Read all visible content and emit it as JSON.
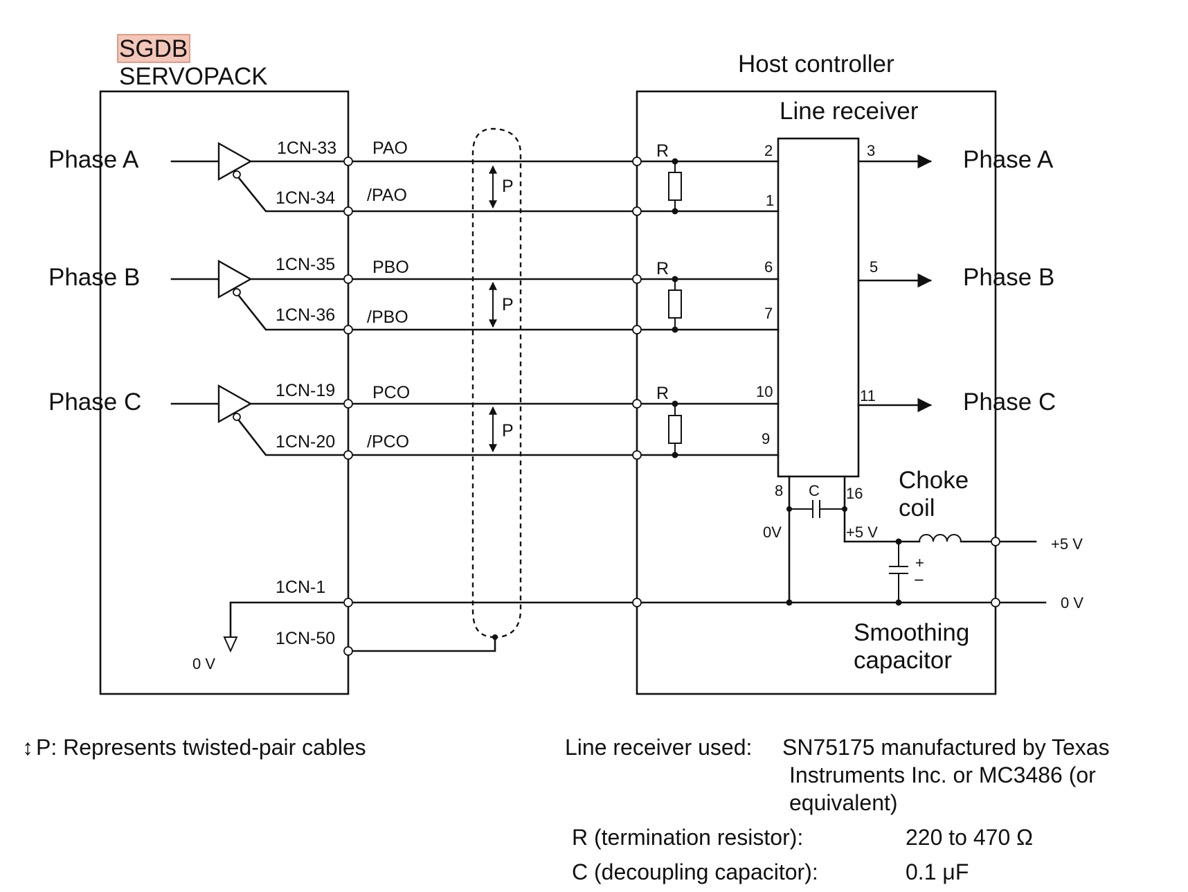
{
  "servopack": {
    "title_highlight": "SGDB",
    "title": "SERVOPACK"
  },
  "host": {
    "title": "Host controller",
    "receiver_label": "Line receiver"
  },
  "phases_in": [
    "Phase A",
    "Phase B",
    "Phase C"
  ],
  "phases_out": [
    "Phase A",
    "Phase B",
    "Phase C"
  ],
  "connector_pins": [
    "1CN-33",
    "1CN-34",
    "1CN-35",
    "1CN-36",
    "1CN-19",
    "1CN-20",
    "1CN-1",
    "1CN-50"
  ],
  "signals": [
    "PAO",
    "/PAO",
    "PBO",
    "/PBO",
    "PCO",
    "/PCO"
  ],
  "twisted_pair_marker": "P",
  "resistor_label": "R",
  "receiver_pins": {
    "p2": "2",
    "p1": "1",
    "p3": "3",
    "p6": "6",
    "p7": "7",
    "p5": "5",
    "p10": "10",
    "p9": "9",
    "p11": "11",
    "p8": "8",
    "p16": "16"
  },
  "cap_label": "C",
  "plus5_internal": "+5 V",
  "zero_internal": "0V",
  "plus5_external": "+5 V",
  "zero_external": "0 V",
  "zero_servo": "0 V",
  "choke": {
    "line1": "Choke",
    "line2": "coil"
  },
  "smoothing": {
    "line1": "Smoothing",
    "line2": "capacitor"
  },
  "cap_plus": "+",
  "cap_minus": "−",
  "notes": {
    "twisted_symbol": "↕",
    "twisted": "P: Represents twisted-pair cables",
    "receiver_key": "Line receiver used:",
    "receiver_l1": "SN75175 manufactured by Texas",
    "receiver_l2": "Instruments Inc. or MC3486 (or",
    "receiver_l3": "equivalent)",
    "r_key": "R (termination resistor):",
    "r_val": "220 to 470 Ω",
    "c_key": "C (decoupling capacitor):",
    "c_val": "0.1 μF"
  }
}
